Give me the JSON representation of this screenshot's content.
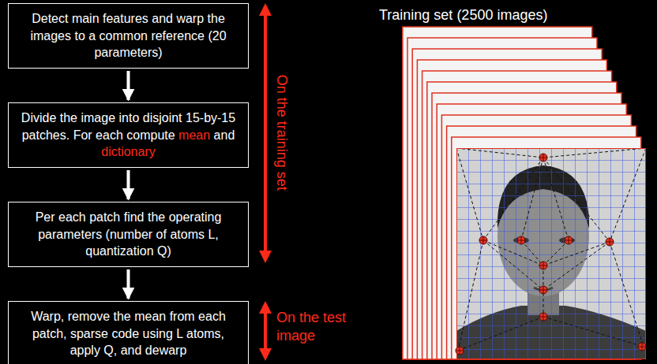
{
  "diagram": {
    "nodes": [
      {
        "text": [
          "Detect main features and warp the images to a common reference (20 parameters)"
        ]
      },
      {
        "text": [
          "Divide the image into disjoint 15-by-15 patches. For each compute mean and dictionary"
        ]
      },
      {
        "text": [
          "Per each patch find the operating parameters (number of atoms L, quantization Q)"
        ]
      },
      {
        "text": [
          "Warp, remove the mean from each patch, sparse code using L atoms, apply Q, and dewarp"
        ]
      }
    ],
    "edges": [
      {
        "from": 0,
        "to": 1,
        "arrow": "to"
      },
      {
        "from": 1,
        "to": 2,
        "arrow": "to"
      },
      {
        "from": 2,
        "to": 3,
        "arrow": "to"
      }
    ],
    "labels": [
      "Training set (2500 images)",
      "On the training set",
      "On the test image"
    ]
  }
}
